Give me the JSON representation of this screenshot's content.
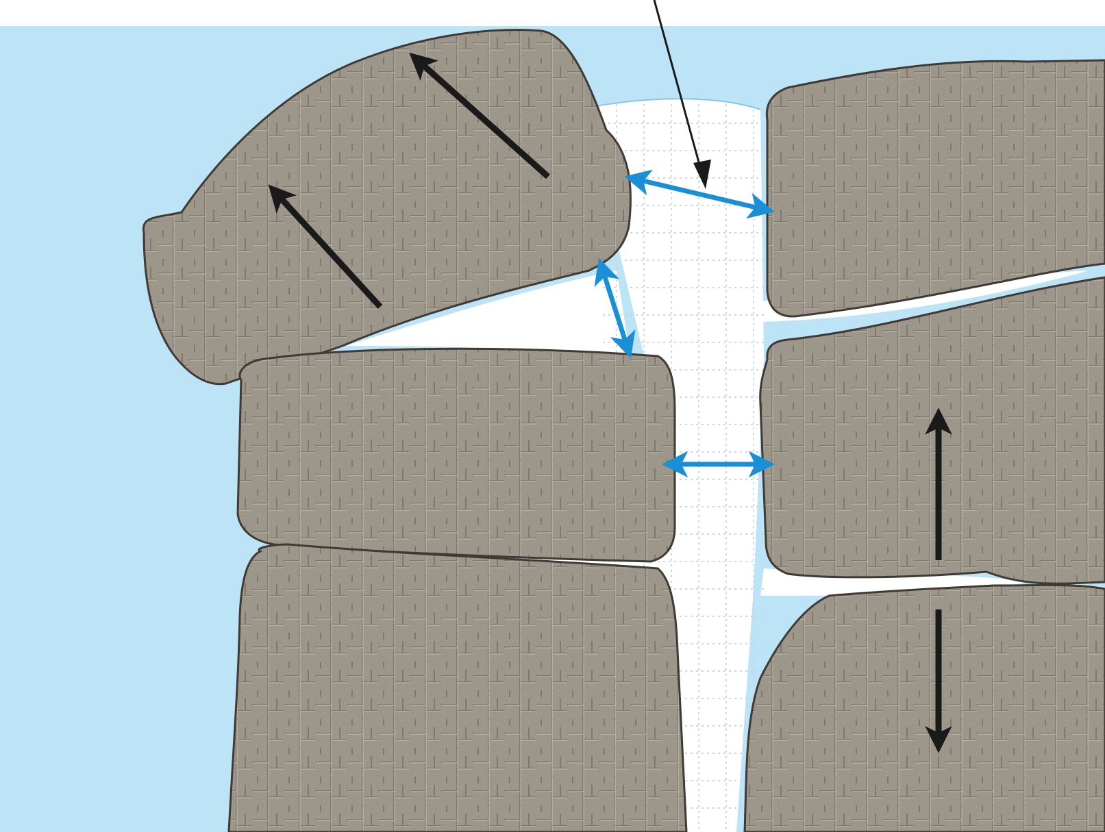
{
  "diagram": {
    "colors": {
      "background": "#ffffff",
      "water": "#bde3f7",
      "crack": "#ffffff",
      "crack_grid": "#c5d4e4",
      "rock": "#aba396",
      "rock_edge": "#3f3a33",
      "texture_dark": "#6f675c",
      "texture_light": "#d9d3c7",
      "black_arrow": "#1a1a1a",
      "blue_arrow": "#1a8fd6",
      "leader_line": "#1a1a1a"
    },
    "blocks": [
      {
        "name": "rock-block-upper-left-tilted"
      },
      {
        "name": "rock-block-middle-left"
      },
      {
        "name": "rock-block-lower-left"
      },
      {
        "name": "rock-block-upper-right"
      },
      {
        "name": "rock-block-middle-right"
      },
      {
        "name": "rock-block-lower-right"
      }
    ],
    "black_arrows": [
      {
        "name": "movement-arrow-tilt-upper"
      },
      {
        "name": "movement-arrow-tilt-lower"
      },
      {
        "name": "movement-arrow-up"
      },
      {
        "name": "movement-arrow-down"
      }
    ],
    "blue_arrows": [
      {
        "name": "widening-arrow-top-gap"
      },
      {
        "name": "widening-arrow-diagonal-gap"
      },
      {
        "name": "widening-arrow-middle-gap"
      }
    ],
    "leader": {
      "name": "leader-line"
    }
  }
}
